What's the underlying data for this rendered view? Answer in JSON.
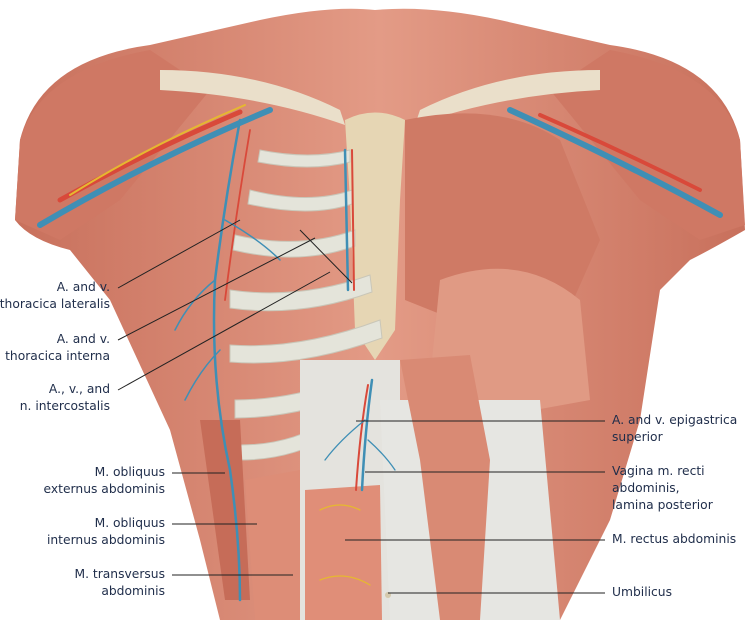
{
  "labels_left": [
    {
      "id": "thoracica-lateralis",
      "lines": [
        "A. and v.",
        "thoracica lateralis"
      ]
    },
    {
      "id": "thoracica-interna",
      "lines": [
        "A. and v.",
        "thoracica interna"
      ]
    },
    {
      "id": "intercostalis",
      "lines": [
        "A., v., and",
        "n. intercostalis"
      ]
    },
    {
      "id": "obliquus-externus",
      "lines": [
        "M. obliquus",
        "externus abdominis"
      ]
    },
    {
      "id": "obliquus-internus",
      "lines": [
        "M. obliquus",
        "internus abdominis"
      ]
    },
    {
      "id": "transversus",
      "lines": [
        "M. transversus",
        "abdominis"
      ]
    }
  ],
  "labels_right": [
    {
      "id": "epigastrica-superior",
      "lines": [
        "A. and v. epigastrica",
        "superior"
      ]
    },
    {
      "id": "vagina-recti",
      "lines": [
        "Vagina m. recti",
        "abdominis,",
        "lamina posterior"
      ]
    },
    {
      "id": "rectus-abdominis",
      "lines": [
        "M. rectus abdominis"
      ]
    },
    {
      "id": "umbilicus",
      "lines": [
        "Umbilicus"
      ]
    }
  ],
  "colors": {
    "muscle": "#d9826c",
    "muscle_dark": "#b85d4a",
    "bone": "#e9dcc0",
    "cartilage": "#dfe2d8",
    "vein": "#3f8fb5",
    "artery": "#d9493a",
    "nerve": "#e6b830",
    "sheath": "#e6e6e2",
    "leader": "#222222"
  }
}
